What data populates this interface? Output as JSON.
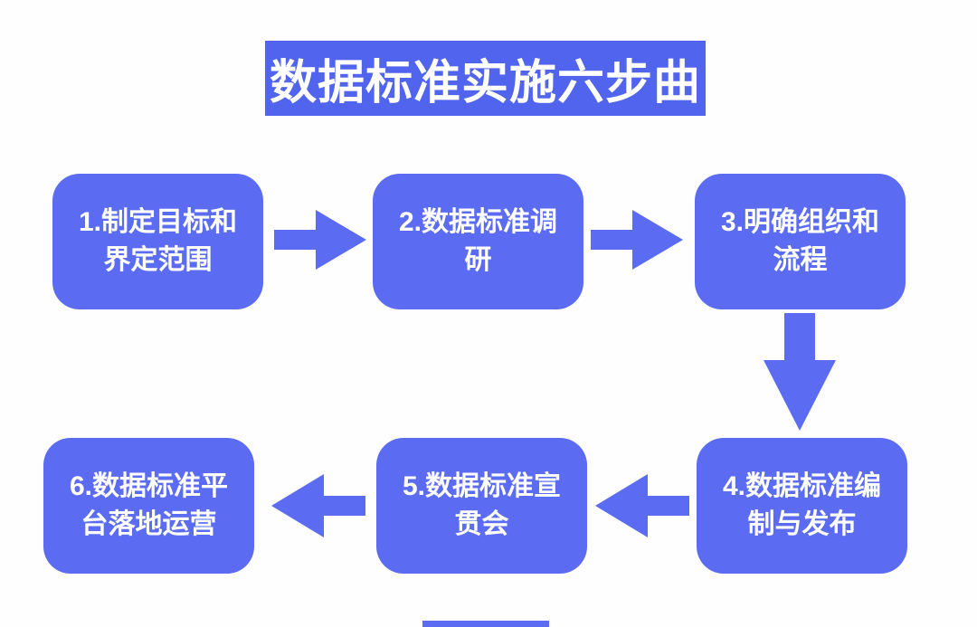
{
  "title": {
    "text": "数据标准实施六步曲"
  },
  "steps": [
    {
      "id": 1,
      "lines": [
        "1.制定目标和",
        "界定范围"
      ],
      "text": "1.制定目标和界定范围"
    },
    {
      "id": 2,
      "lines": [
        "2.数据标准调",
        "研"
      ],
      "text": "2.数据标准调研"
    },
    {
      "id": 3,
      "lines": [
        "3.明确组织和",
        "流程"
      ],
      "text": "3.明确组织和流程"
    },
    {
      "id": 4,
      "lines": [
        "4.数据标准编",
        "制与发布"
      ],
      "text": "4.数据标准编制与发布"
    },
    {
      "id": 5,
      "lines": [
        "5.数据标准宣",
        "贯会"
      ],
      "text": "5.数据标准宣贯会"
    },
    {
      "id": 6,
      "lines": [
        "6.数据标准平",
        "台落地运营"
      ],
      "text": "6.数据标准平台落地运营"
    }
  ],
  "flow": [
    {
      "from": 1,
      "to": 2,
      "direction": "right"
    },
    {
      "from": 2,
      "to": 3,
      "direction": "right"
    },
    {
      "from": 3,
      "to": 4,
      "direction": "down"
    },
    {
      "from": 4,
      "to": 5,
      "direction": "left"
    },
    {
      "from": 5,
      "to": 6,
      "direction": "left"
    }
  ],
  "colors": {
    "box_fill": "#5B6CF2",
    "title_bg": "#5164ED",
    "text": "#FFFFFF",
    "background": "#FEFEFE"
  }
}
